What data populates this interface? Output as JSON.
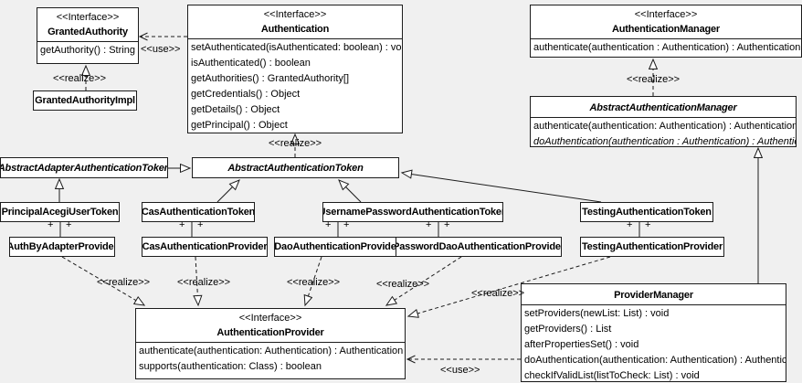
{
  "labels": {
    "use": "<<use>>",
    "realize": "<<realize>>",
    "plus": "+"
  },
  "classes": {
    "granted_authority": {
      "stereotype": "<<Interface>>",
      "name": "GrantedAuthority",
      "methods": [
        "getAuthority() : String"
      ]
    },
    "granted_authority_impl": {
      "name": "GrantedAuthorityImpl"
    },
    "authentication": {
      "stereotype": "<<Interface>>",
      "name": "Authentication",
      "methods": [
        "setAuthenticated(isAuthenticated: boolean) : void",
        "isAuthenticated() : boolean",
        "getAuthorities() : GrantedAuthority[]",
        "getCredentials() : Object",
        "getDetails() : Object",
        "getPrincipal() : Object"
      ]
    },
    "authentication_manager": {
      "stereotype": "<<Interface>>",
      "name": "AuthenticationManager",
      "methods": [
        "authenticate(authentication : Authentication) : Authentication"
      ]
    },
    "abstract_authentication_manager": {
      "name": "AbstractAuthenticationManager",
      "methods": [
        "authenticate(authentication: Authentication) : Authentication",
        "doAuthentication(authentication : Authentication) : Authentication"
      ]
    },
    "abstract_adapter_authentication_token": {
      "name": "AbstractAdapterAuthenticationToken"
    },
    "abstract_authentication_token": {
      "name": "AbstractAuthenticationToken"
    },
    "principal_acegi_user_token": {
      "name": "PrincipalAcegiUserToken"
    },
    "cas_authentication_token": {
      "name": "CasAuthenticationToken"
    },
    "username_password_authentication_token": {
      "name": "UsernamePasswordAuthenticationToken"
    },
    "testing_authentication_token": {
      "name": "TestingAuthenticationToken"
    },
    "auth_by_adapter_provider": {
      "name": "AuthByAdapterProvider"
    },
    "cas_authentication_provider": {
      "name": "CasAuthenticationProvider"
    },
    "dao_authentication_provider": {
      "name": "DaoAuthenticationProvider"
    },
    "password_dao_authentication_provider": {
      "name": "PasswordDaoAuthenticationProvider"
    },
    "testing_authentication_provider": {
      "name": "TestingAuthenticationProvider"
    },
    "authentication_provider": {
      "stereotype": "<<Interface>>",
      "name": "AuthenticationProvider",
      "methods": [
        "authenticate(authentication: Authentication) : Authentication",
        "supports(authentication: Class) : boolean"
      ]
    },
    "provider_manager": {
      "name": "ProviderManager",
      "methods": [
        "setProviders(newList: List) : void",
        "getProviders() : List",
        "afterPropertiesSet() : void",
        "doAuthentication(authentication: Authentication) : Authentication",
        "checkIfValidList(listToCheck: List) : void"
      ]
    }
  }
}
